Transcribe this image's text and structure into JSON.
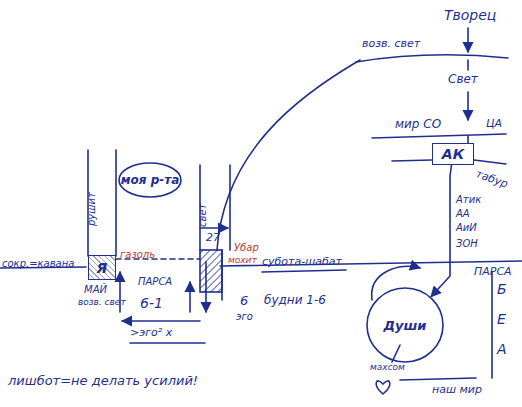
{
  "diagram": {
    "nodes": [
      {
        "text": [
          "моя р-та"
        ]
      },
      {
        "text": [
          "Я"
        ]
      },
      {
        "text": [
          "АК"
        ]
      },
      {
        "text": [
          "Души"
        ]
      }
    ],
    "edges": [
      {
        "from": 2,
        "to": 3,
        "arrow": "to"
      }
    ],
    "labels": [
      "Творец",
      "возв. свет",
      "Свет",
      "мир СО",
      "ЦА",
      "табур",
      "Атик",
      "АА",
      "АиИ",
      "ЗОН",
      "ПАРСА",
      "Б",
      "Е",
      "А",
      "махсом",
      "наш мир",
      "сокр.=кавана",
      "рушит",
      "газоль",
      "свет",
      "27",
      "Убар",
      "мохит",
      "субота-шабат",
      "ПАРСА",
      "МАЙ",
      "возв. свет",
      "6-1",
      ">эго² x",
      "6",
      "эго",
      "будни 1-6",
      "лишбот=не делать усилий!"
    ]
  }
}
